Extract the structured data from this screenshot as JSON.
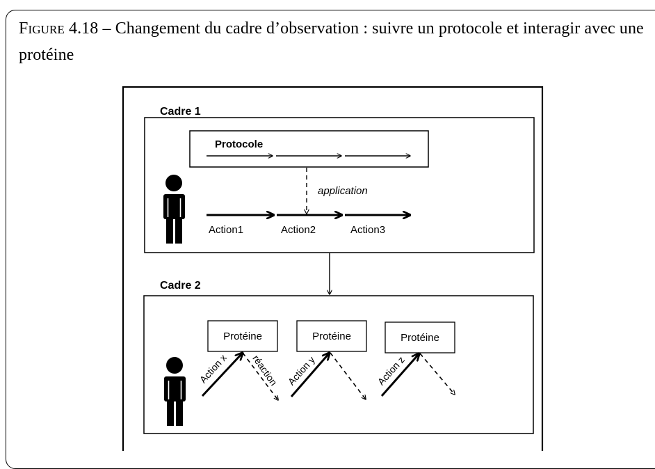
{
  "caption": {
    "label": "Figure 4.18",
    "separator": " – ",
    "text": "Changement du cadre d’observation : suivre un protocole et interagir avec une protéine"
  },
  "diagram": {
    "frame1": {
      "title": "Cadre 1",
      "protocol_label": "Protocole",
      "application_label": "application",
      "actions": [
        "Action1",
        "Action2",
        "Action3"
      ]
    },
    "frame2": {
      "title": "Cadre 2",
      "protein_label": "Protéine",
      "proteins": [
        "Protéine",
        "Protéine",
        "Protéine"
      ],
      "actions": [
        "Action x",
        "Action y",
        "Action z"
      ],
      "reaction_label": "réaction"
    }
  }
}
